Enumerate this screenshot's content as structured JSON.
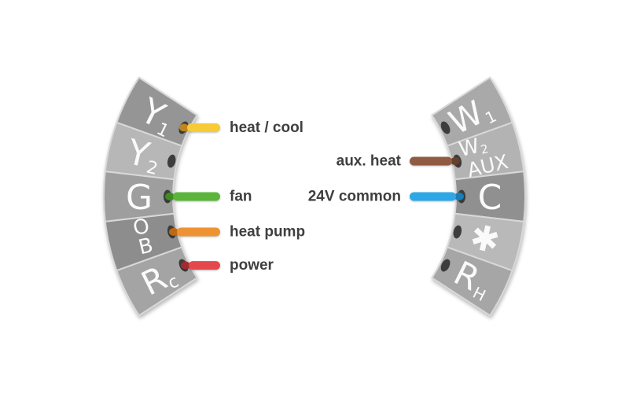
{
  "diagram": {
    "title": "thermostat-wiring-connectors",
    "background": "#ffffff",
    "hole_color": "#3d3d3d",
    "label_text_color": "#3f3f3f"
  },
  "connector_left": {
    "terminals": [
      {
        "id": "Y1",
        "main": "Y",
        "sub": "1",
        "fill": "#959595",
        "wire": {
          "label": "heat / cool",
          "color": "#F7CB35",
          "tip": "#BE861B"
        }
      },
      {
        "id": "Y2",
        "main": "Y",
        "sub": "2",
        "fill": "#b7b7b7"
      },
      {
        "id": "G",
        "main": "G",
        "fill": "#9e9e9e",
        "wire": {
          "label": "fan",
          "color": "#5BB53A",
          "tip": "#3E8C22"
        }
      },
      {
        "id": "OB",
        "main": "O",
        "stack": "B",
        "fill": "#8d8d8d",
        "wire": {
          "label": "heat pump",
          "color": "#EE9333",
          "tip": "#BE6812"
        }
      },
      {
        "id": "Rc",
        "main": "R",
        "sub": "c",
        "fill": "#a4a4a4",
        "wire": {
          "label": "power",
          "color": "#E4474C",
          "tip": "#A32B30"
        }
      }
    ]
  },
  "connector_right": {
    "terminals": [
      {
        "id": "W1",
        "main": "W",
        "sub": "1",
        "fill": "#a9a9a9"
      },
      {
        "id": "W2AUX",
        "main": "W",
        "sub": "2",
        "line2": "AUX",
        "fill": "#b3b3b3",
        "wire": {
          "label": "aux. heat",
          "color": "#8F5B42",
          "tip": "#67402C"
        }
      },
      {
        "id": "C",
        "main": "C",
        "fill": "#909090",
        "wire": {
          "label": "24V common",
          "color": "#2EA7E6",
          "tip": "#1B7DB4"
        }
      },
      {
        "id": "STAR",
        "main": "✱",
        "fill": "#b9b9b9"
      },
      {
        "id": "RH",
        "main": "R",
        "sub": "H",
        "fill": "#a6a6a6"
      }
    ]
  }
}
